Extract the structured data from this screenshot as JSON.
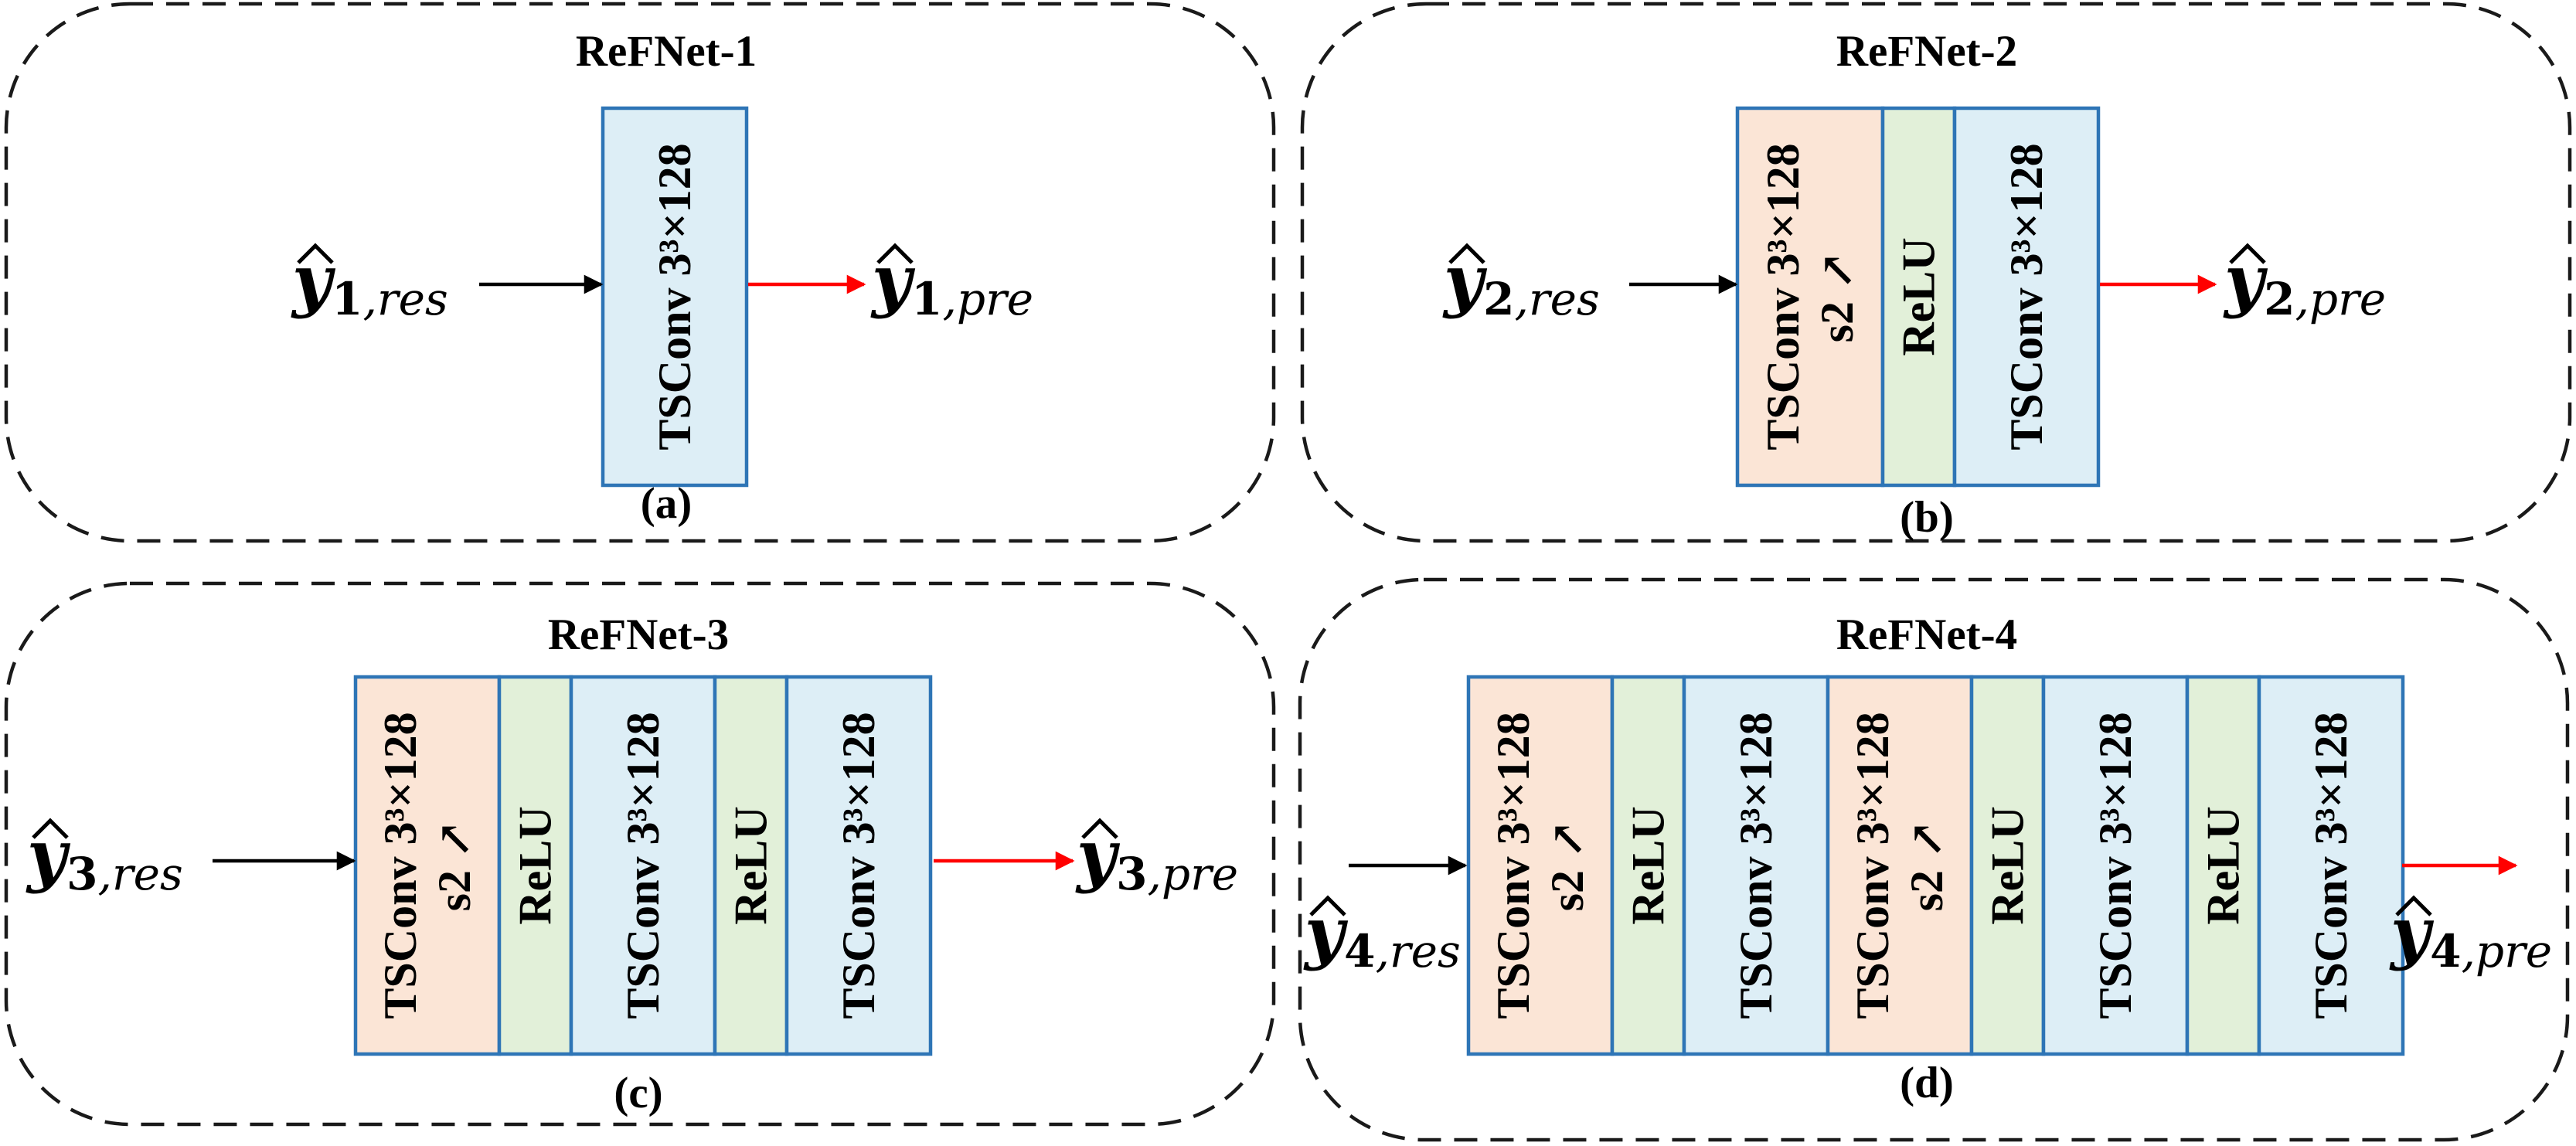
{
  "colors": {
    "conv_light_blue": "#ddeef6",
    "conv_peach": "#fbe5d6",
    "relu_green": "#e2f0d9",
    "block_border": "#2e75b6",
    "arrow_black": "#000000",
    "arrow_red": "#ff0000"
  },
  "panels": [
    {
      "title": "ReFNet-1",
      "caption": "(a)",
      "input": {
        "main": "y",
        "index": "1",
        "script": ",res"
      },
      "output": {
        "main": "y",
        "index": "1",
        "script": ",pre"
      },
      "blocks": [
        {
          "kind": "conv",
          "lines": [
            "TSConv 3³×128"
          ]
        }
      ]
    },
    {
      "title": "ReFNet-2",
      "caption": "(b)",
      "input": {
        "main": "y",
        "index": "2",
        "script": ",res"
      },
      "output": {
        "main": "y",
        "index": "2",
        "script": ",pre"
      },
      "blocks": [
        {
          "kind": "upconv",
          "lines": [
            "TSConv 3³×128",
            "s2 ↗"
          ]
        },
        {
          "kind": "relu",
          "lines": [
            "ReLU"
          ]
        },
        {
          "kind": "conv",
          "lines": [
            "TSConv 3³×128"
          ]
        }
      ]
    },
    {
      "title": "ReFNet-3",
      "caption": "(c)",
      "input": {
        "main": "y",
        "index": "3",
        "script": ",res"
      },
      "output": {
        "main": "y",
        "index": "3",
        "script": ",pre"
      },
      "blocks": [
        {
          "kind": "upconv",
          "lines": [
            "TSConv 3³×128",
            "s2 ↗"
          ]
        },
        {
          "kind": "relu",
          "lines": [
            "ReLU"
          ]
        },
        {
          "kind": "conv",
          "lines": [
            "TSConv 3³×128"
          ]
        },
        {
          "kind": "relu",
          "lines": [
            "ReLU"
          ]
        },
        {
          "kind": "conv",
          "lines": [
            "TSConv 3³×128"
          ]
        }
      ]
    },
    {
      "title": "ReFNet-4",
      "caption": "(d)",
      "input": {
        "main": "y",
        "index": "4",
        "script": ",res"
      },
      "output": {
        "main": "y",
        "index": "4",
        "script": ",pre"
      },
      "blocks": [
        {
          "kind": "upconv",
          "lines": [
            "TSConv 3³×128",
            "s2 ↗"
          ]
        },
        {
          "kind": "relu",
          "lines": [
            "ReLU"
          ]
        },
        {
          "kind": "conv",
          "lines": [
            "TSConv 3³×128"
          ]
        },
        {
          "kind": "upconv",
          "lines": [
            "TSConv 3³×128",
            "s2 ↗"
          ]
        },
        {
          "kind": "relu",
          "lines": [
            "ReLU"
          ]
        },
        {
          "kind": "conv",
          "lines": [
            "TSConv 3³×128"
          ]
        },
        {
          "kind": "relu",
          "lines": [
            "ReLU"
          ]
        },
        {
          "kind": "conv",
          "lines": [
            "TSConv 3³×128"
          ]
        }
      ]
    }
  ]
}
